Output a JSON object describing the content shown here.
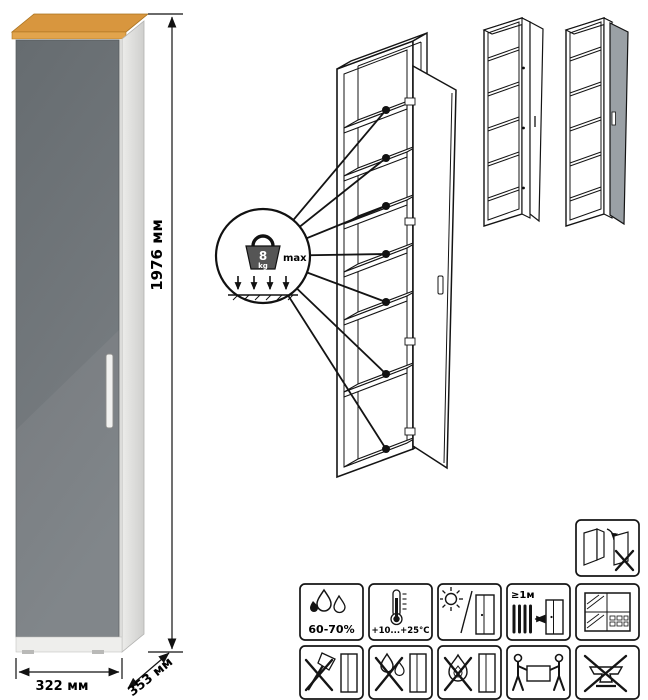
{
  "sheet": {
    "title": "tall-cabinet-instruction-sheet",
    "dimensions": {
      "height": "1976 мм",
      "width": "322 мм",
      "depth": "353 мм"
    },
    "shelf_load": {
      "value": "8",
      "unit": "kg",
      "max_label": "max"
    },
    "care": {
      "humidity": "60-70%",
      "temperature": "+10...+25°C",
      "min_distance": "≥1м"
    },
    "icons": {
      "humidity": "water-drops-icon",
      "temperature": "thermometer-icon",
      "sunlight": "no-direct-sunlight-icon",
      "heater": "keep-distance-from-heater-icon",
      "ventilation": "ventilated-room-icon",
      "impact": "no-impact-axe-icon",
      "wet": "no-wet-cleaning-icon",
      "heat": "no-heat-source-icon",
      "carry": "carry-with-two-people-icon",
      "load": "no-heavy-load-icon",
      "adjust": "door-adjustment-icon",
      "weight": "kettlebell-weight-icon"
    },
    "colors": {
      "wood_top": "#d8963e",
      "wood_lip": "#e2a44c",
      "door_gray": "#666c70",
      "door_gray_light": "#7b8084",
      "side_panel": "#e4e4e2",
      "shaded_door": "#9aa0a5",
      "line": "#141414"
    }
  }
}
